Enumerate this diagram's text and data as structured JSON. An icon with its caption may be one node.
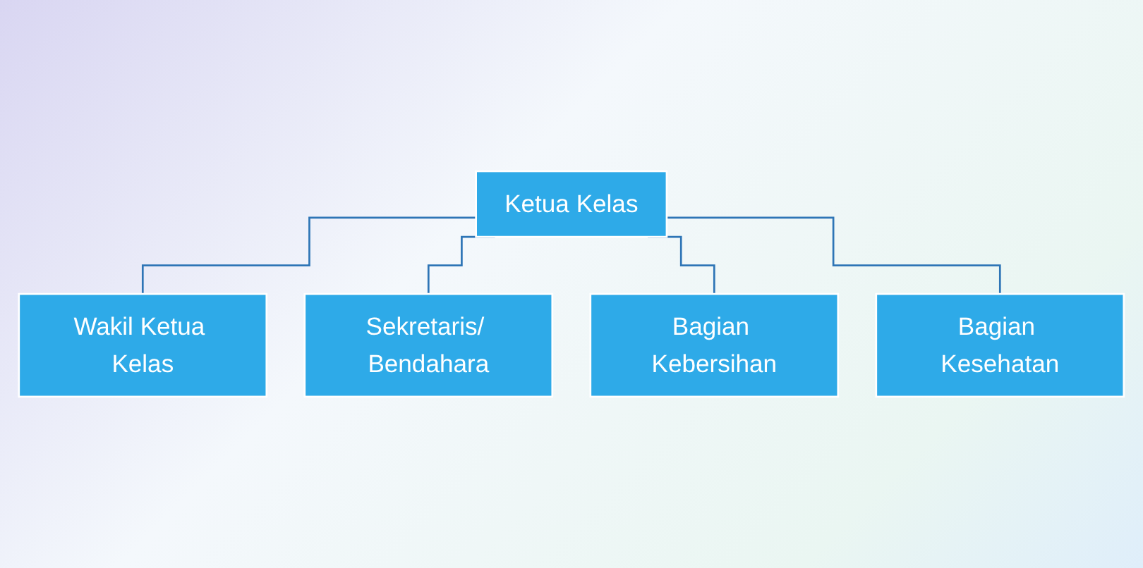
{
  "diagram": {
    "nodes": [
      {
        "text": [
          "Ketua Kelas"
        ]
      },
      {
        "text": [
          "Wakil Ketua Kelas"
        ]
      },
      {
        "text": [
          "Sekretaris/ Bendahara"
        ]
      },
      {
        "text": [
          "Bagian Kebersihan"
        ]
      },
      {
        "text": [
          "Bagian Kesehatan"
        ]
      }
    ],
    "edges": [
      {
        "from": 0,
        "to": 1,
        "arrow": "none"
      },
      {
        "from": 0,
        "to": 2,
        "arrow": "none"
      },
      {
        "from": 0,
        "to": 3,
        "arrow": "none"
      },
      {
        "from": 0,
        "to": 4,
        "arrow": "none"
      }
    ]
  }
}
